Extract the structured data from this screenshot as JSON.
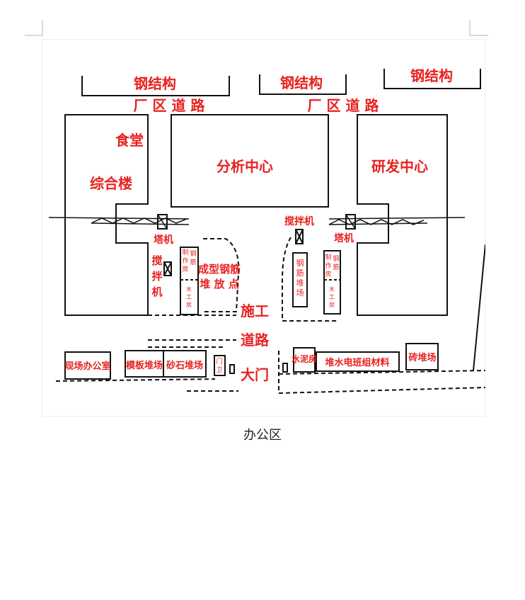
{
  "plan": {
    "labels": {
      "steel_left": "钢结构",
      "steel_mid": "钢结构",
      "steel_right": "钢结构",
      "road_left": "厂 区 道 路",
      "road_right": "厂 区 道 路",
      "canteen": "食堂",
      "complex_building": "综合楼",
      "analysis_center": "分析中心",
      "rd_center": "研发中心",
      "tower_crane_left": "塔机",
      "tower_crane_right": "塔机",
      "mixer_left_1": "搅",
      "mixer_left_2": "拌",
      "mixer_left_3": "机",
      "mixer_right": "搅拌机",
      "fab_room_left_1": "制",
      "fab_room_left_2": "作",
      "fab_room_left_3": "房",
      "rebar_left_1": "钢",
      "rebar_left_2": "筋",
      "wood_room_left_1": "木",
      "wood_room_left_2": "工",
      "wood_room_left_3": "房",
      "formed_rebar_1": "成型钢筋",
      "formed_rebar_2": "堆 放 点",
      "construction_road_1": "施工",
      "construction_road_2": "道路",
      "gate": "大门",
      "rebar_yard_1": "钢",
      "rebar_yard_2": "筋",
      "rebar_yard_3": "堆",
      "rebar_yard_4": "场",
      "fab_room_right_1": "制",
      "fab_room_right_2": "作",
      "fab_room_right_3": "房",
      "rebar_right_1": "钢",
      "rebar_right_2": "筋",
      "wood_room_right_1": "木",
      "wood_room_right_2": "工",
      "wood_room_right_3": "房",
      "site_office": "现场办公室",
      "formwork_yard": "模板堆场",
      "sand_yard": "砂石堆场",
      "guard_1": "门",
      "guard_2": "卫",
      "cement_room": "水泥房",
      "electrician_materials": "堆水电班组材料",
      "brick_yard": "砖堆场"
    },
    "colors": {
      "label": "#e8211f",
      "line": "#111111"
    }
  },
  "caption": "办公区"
}
